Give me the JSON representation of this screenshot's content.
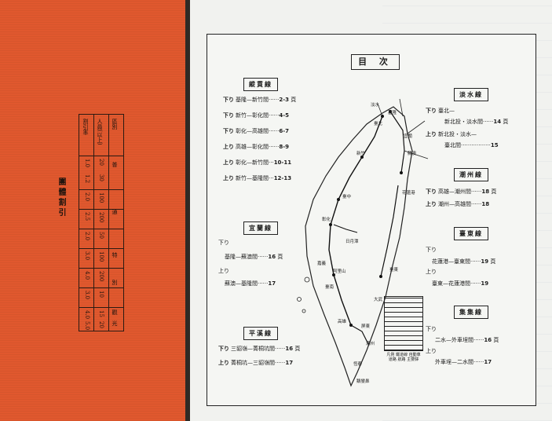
{
  "fare_table": {
    "title": "團體割引",
    "rows": [
      [
        "區別",
        "人員",
        "普",
        "通",
        "特",
        "別",
        "觀",
        "光"
      ],
      [
        "人員(以上)",
        "20",
        "30",
        "100",
        "200",
        "50",
        "100",
        "200",
        "10",
        "15",
        "20"
      ],
      [
        "割引率",
        "1.0",
        "1.2",
        "2.0",
        "2.5",
        "2.0",
        "3.0",
        "4.0",
        "3.0",
        "4.0",
        "5.0"
      ]
    ],
    "values": [
      "20",
      "30",
      "100",
      "200",
      "50",
      "100",
      "200",
      "10",
      "15",
      "20"
    ],
    "rates": [
      "1.0",
      "1.2",
      "2.0",
      "2.5",
      "2.0",
      "3.0",
      "4.0",
      "3.0",
      "4.0",
      "5.0"
    ]
  },
  "toc": {
    "title": "目 次",
    "sections": {
      "zongguan": {
        "label": "縱貫線",
        "entries": [
          {
            "dir": "下り",
            "text": "基隆—新竹間",
            "page": "2-3"
          },
          {
            "dir": "下り",
            "text": "新竹—彰化間",
            "page": "4-5"
          },
          {
            "dir": "下り",
            "text": "彰化—高雄間",
            "page": "6-7"
          },
          {
            "dir": "上り",
            "text": "高雄—彰化間",
            "page": "8-9"
          },
          {
            "dir": "上り",
            "text": "彰化—新竹間",
            "page": "10-11"
          },
          {
            "dir": "上り",
            "text": "新竹—基隆間",
            "page": "12-13"
          }
        ],
        "unit": "頁"
      },
      "yilan": {
        "label": "宜蘭線",
        "entries": [
          {
            "dir": "下り",
            "text": "基隆—蘇澳間",
            "page": "16"
          },
          {
            "dir": "上り",
            "text": "蘇澳—基隆間",
            "page": "17"
          }
        ],
        "unit": "頁"
      },
      "pingxi": {
        "label": "平溪線",
        "entries": [
          {
            "dir": "下り",
            "text": "三貂嶺—菁桐坑間",
            "page": "16"
          },
          {
            "dir": "上り",
            "text": "菁桐坑—三貂嶺間",
            "page": "17"
          }
        ],
        "unit": "頁"
      },
      "danshui": {
        "label": "淡水線",
        "entries": [
          {
            "dir": "下り",
            "text": "臺北—",
            "page": ""
          },
          {
            "dir": "",
            "text": "新北投・淡水間",
            "page": "14"
          },
          {
            "dir": "上り",
            "text": "新北投・淡水—",
            "page": ""
          },
          {
            "dir": "",
            "text": "臺北間",
            "page": "15"
          }
        ],
        "unit": "頁"
      },
      "chaozhou": {
        "label": "潮州線",
        "entries": [
          {
            "dir": "下り",
            "text": "高雄—潮州間",
            "page": "18"
          },
          {
            "dir": "上り",
            "text": "潮州—高雄間",
            "page": "18"
          }
        ],
        "unit": "頁"
      },
      "taidong": {
        "label": "臺東線",
        "entries": [
          {
            "dir": "下り",
            "text": "",
            "page": ""
          },
          {
            "dir": "",
            "text": "花蓮港—臺東間",
            "page": "19"
          },
          {
            "dir": "上り",
            "text": "",
            "page": ""
          },
          {
            "dir": "",
            "text": "臺東—花蓮港間",
            "page": "19"
          }
        ],
        "unit": "頁"
      },
      "jiji": {
        "label": "集集線",
        "entries": [
          {
            "dir": "下り",
            "text": "",
            "page": ""
          },
          {
            "dir": "",
            "text": "二水—外車埕間",
            "page": "16"
          },
          {
            "dir": "上り",
            "text": "",
            "page": ""
          },
          {
            "dir": "",
            "text": "外車埕—二水間",
            "page": "17"
          }
        ],
        "unit": "頁"
      }
    }
  },
  "map": {
    "labels": [
      "基隆",
      "臺北",
      "淡水",
      "新竹",
      "臺中",
      "彰化",
      "嘉義",
      "臺南",
      "高雄",
      "屏東",
      "潮州",
      "花蓮港",
      "臺東",
      "蘇澳",
      "宜蘭",
      "大武",
      "恆春",
      "鵝鑾鼻",
      "日月潭",
      "阿里山"
    ],
    "legend_text": "凡例 鐵道線 自動車 道路 航路 主要驛"
  }
}
